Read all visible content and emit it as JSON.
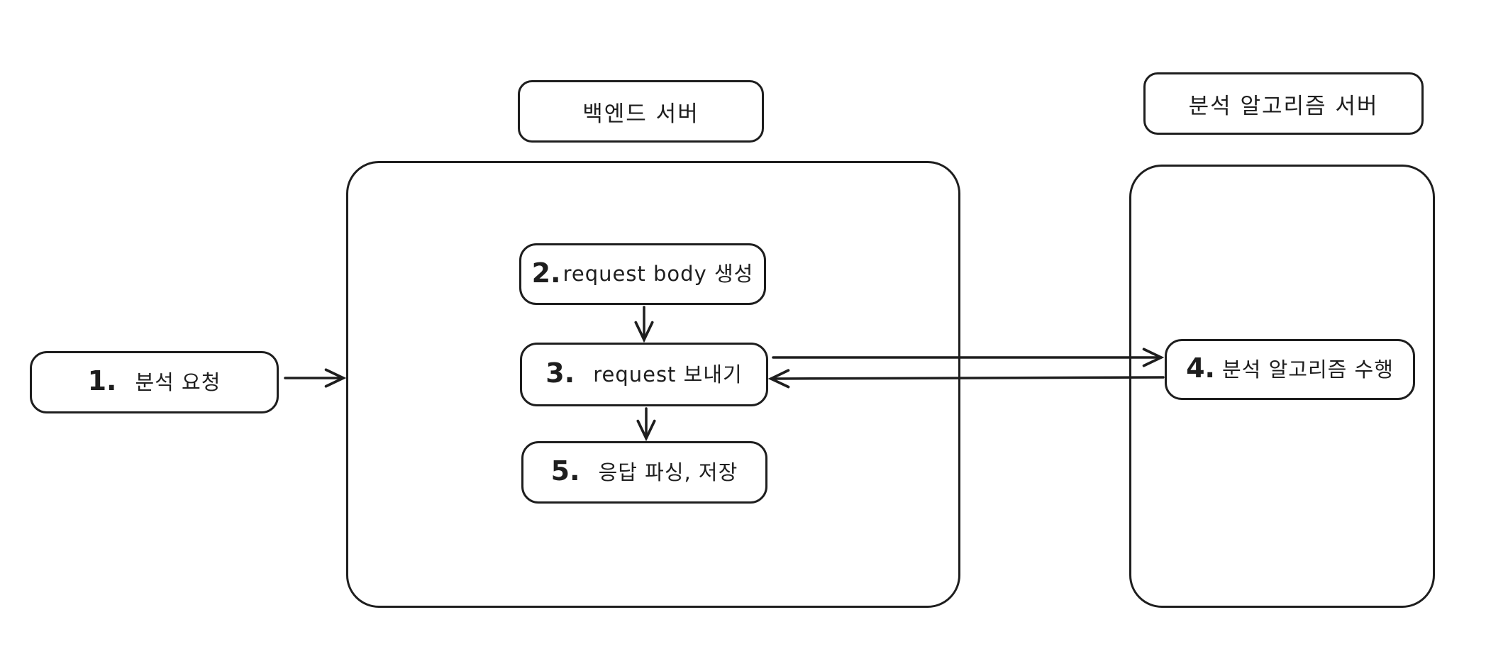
{
  "diagram": {
    "background_color": "#ffffff",
    "stroke_color": "#1e1e1e",
    "group_labels": {
      "backend": "백엔드 서버",
      "analysis": "분석 알고리즘 서버"
    },
    "nodes": {
      "step1": {
        "number": "1.",
        "label": "분석 요청"
      },
      "step2": {
        "number": "2.",
        "label": "request body 생성"
      },
      "step3": {
        "number": "3.",
        "label": "request 보내기"
      },
      "step4": {
        "number": "4.",
        "label": "분석 알고리즘 수행"
      },
      "step5": {
        "number": "5.",
        "label": "응답 파싱, 저장"
      }
    },
    "edges": [
      {
        "from": "step1",
        "to": "backend-container",
        "direction": "right"
      },
      {
        "from": "step2",
        "to": "step3",
        "direction": "down"
      },
      {
        "from": "step3",
        "to": "step4",
        "direction": "right"
      },
      {
        "from": "step4",
        "to": "step3",
        "direction": "left"
      },
      {
        "from": "step3",
        "to": "step5",
        "direction": "down"
      }
    ]
  }
}
